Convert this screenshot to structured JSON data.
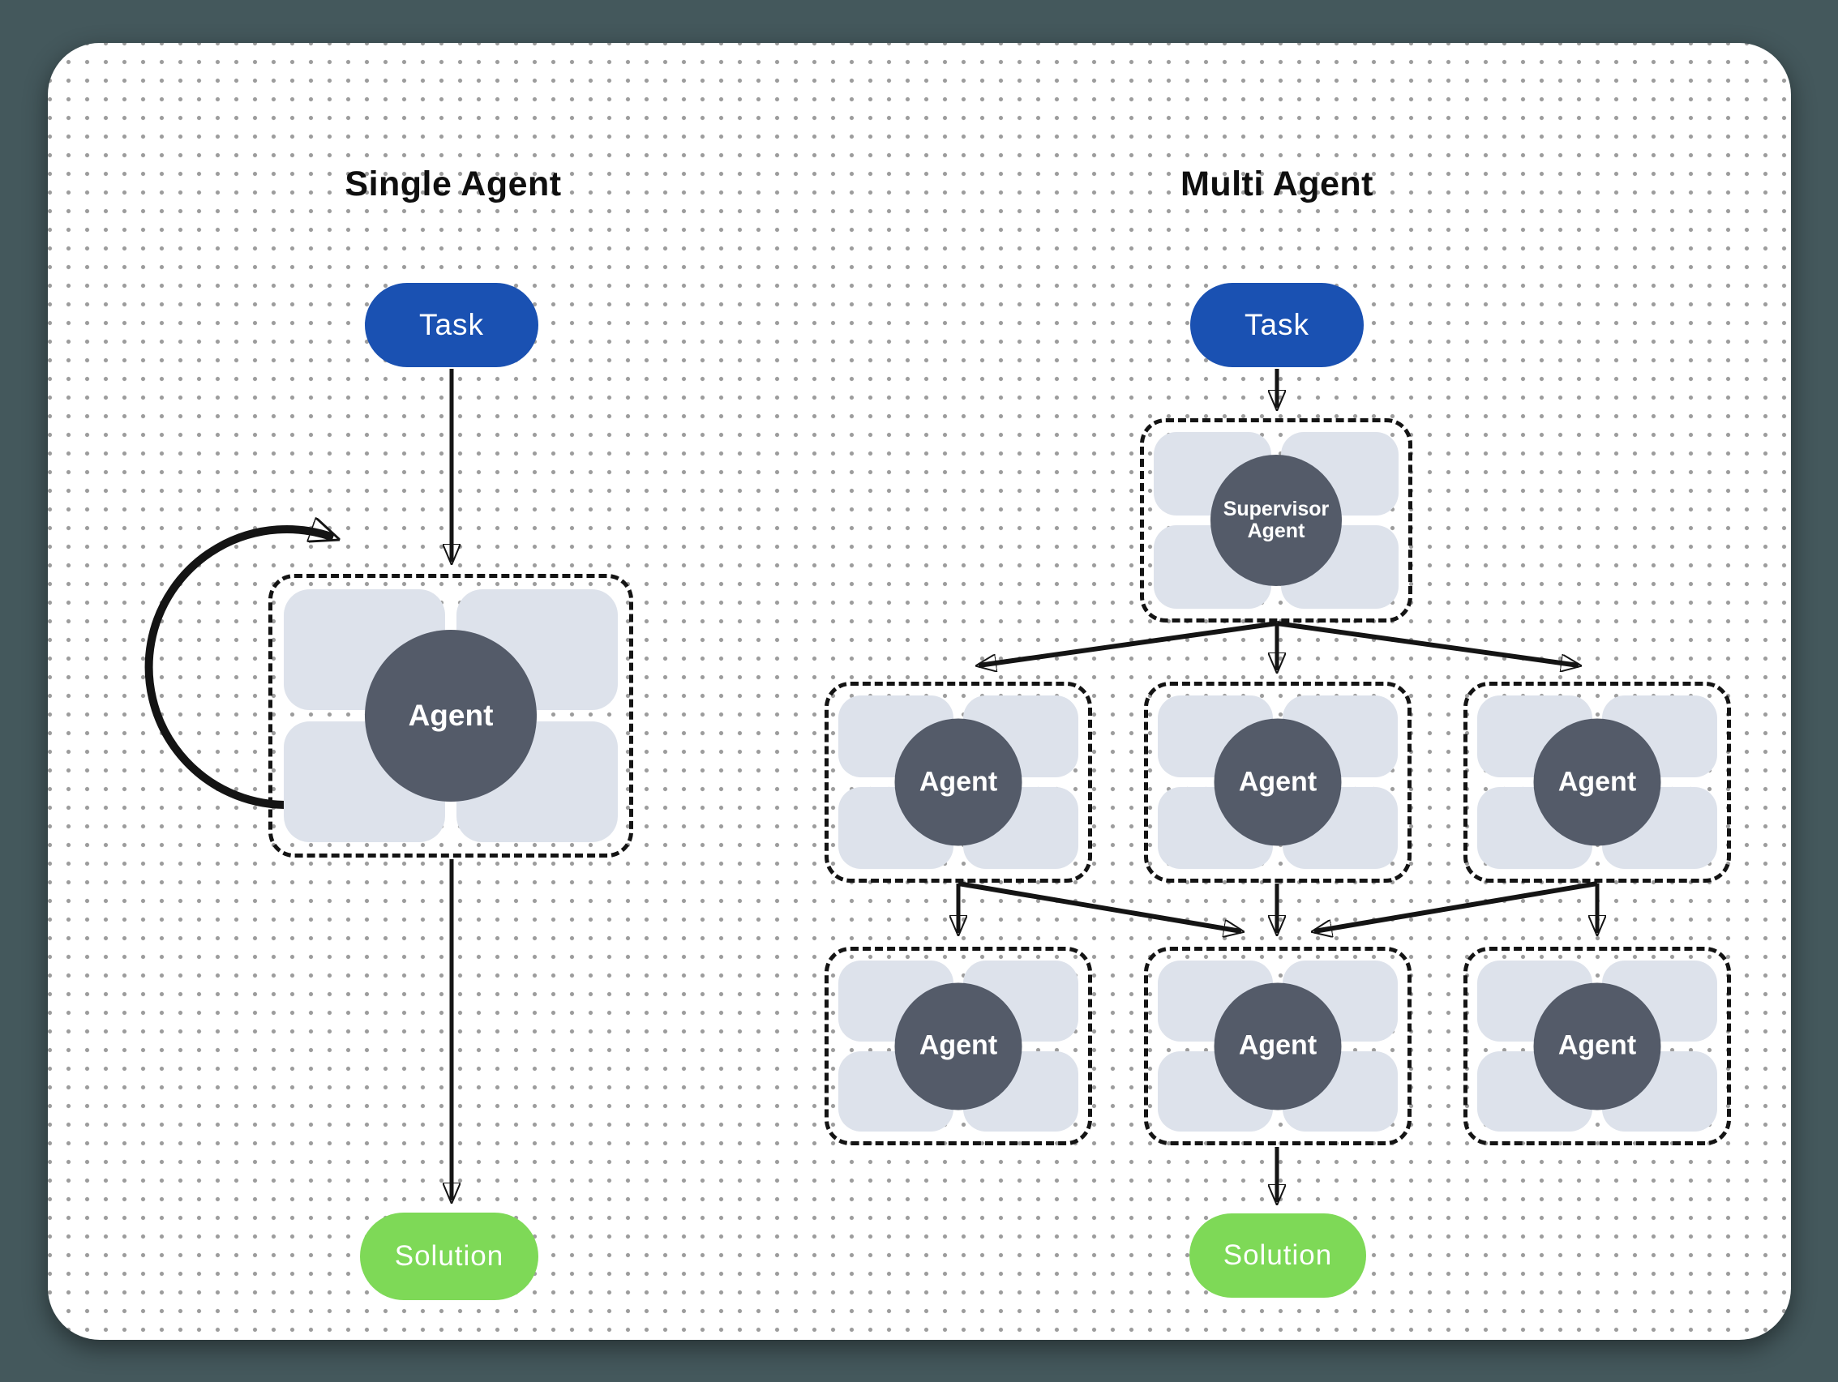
{
  "single": {
    "title": "Single Agent",
    "task_label": "Task",
    "agent_label": "Agent",
    "solution_label": "Solution"
  },
  "multi": {
    "title": "Multi Agent",
    "task_label": "Task",
    "supervisor_label": "Supervisor Agent",
    "agent_labels": [
      "Agent",
      "Agent",
      "Agent",
      "Agent",
      "Agent",
      "Agent"
    ],
    "solution_label": "Solution"
  },
  "colors": {
    "page_background": "#44585c",
    "canvas_background": "#ffffff",
    "dot_grid": "#9c9c9c",
    "task_pill": "#1a51b2",
    "solution_pill": "#7ed957",
    "agent_circle": "#545b69",
    "tool_tile": "#dde2eb",
    "connector": "#141414",
    "title_text": "#0f0f0f"
  }
}
